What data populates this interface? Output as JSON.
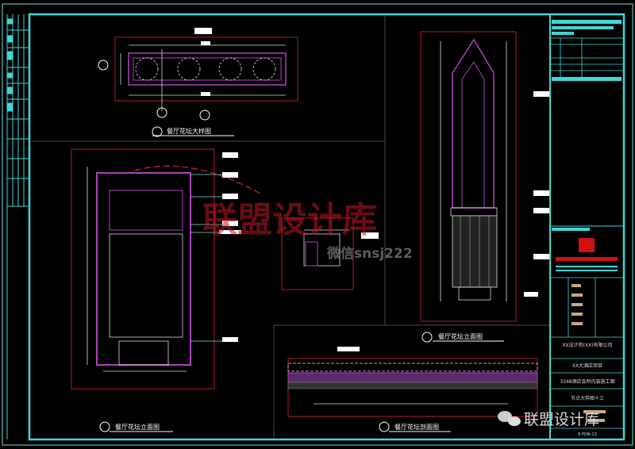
{
  "drawing": {
    "views": {
      "plan_detail_title": "餐厅花坛大样图",
      "right_elevation_title": "餐厅花坛立面图",
      "left_elevation_title": "餐厅花坛立面图",
      "section_title": "餐厅花坛剖面图"
    }
  },
  "title_block": {
    "company": "XX设计院(XX)有限公司",
    "project": "XX大酒店项目",
    "drawing_set": "3348酒店会所内装施工图",
    "drawing_name": "节点大样图十三",
    "drawing_number": "E-FDN-13"
  },
  "watermark": {
    "brand": "联盟设计库",
    "wechat": "微信snsj222",
    "footer_brand": "联盟设计库"
  },
  "colors": {
    "frame": "#3fd6d6",
    "outline_red": "#b01e2a",
    "purple": "#b040c0",
    "grey": "#5a5a5a"
  }
}
